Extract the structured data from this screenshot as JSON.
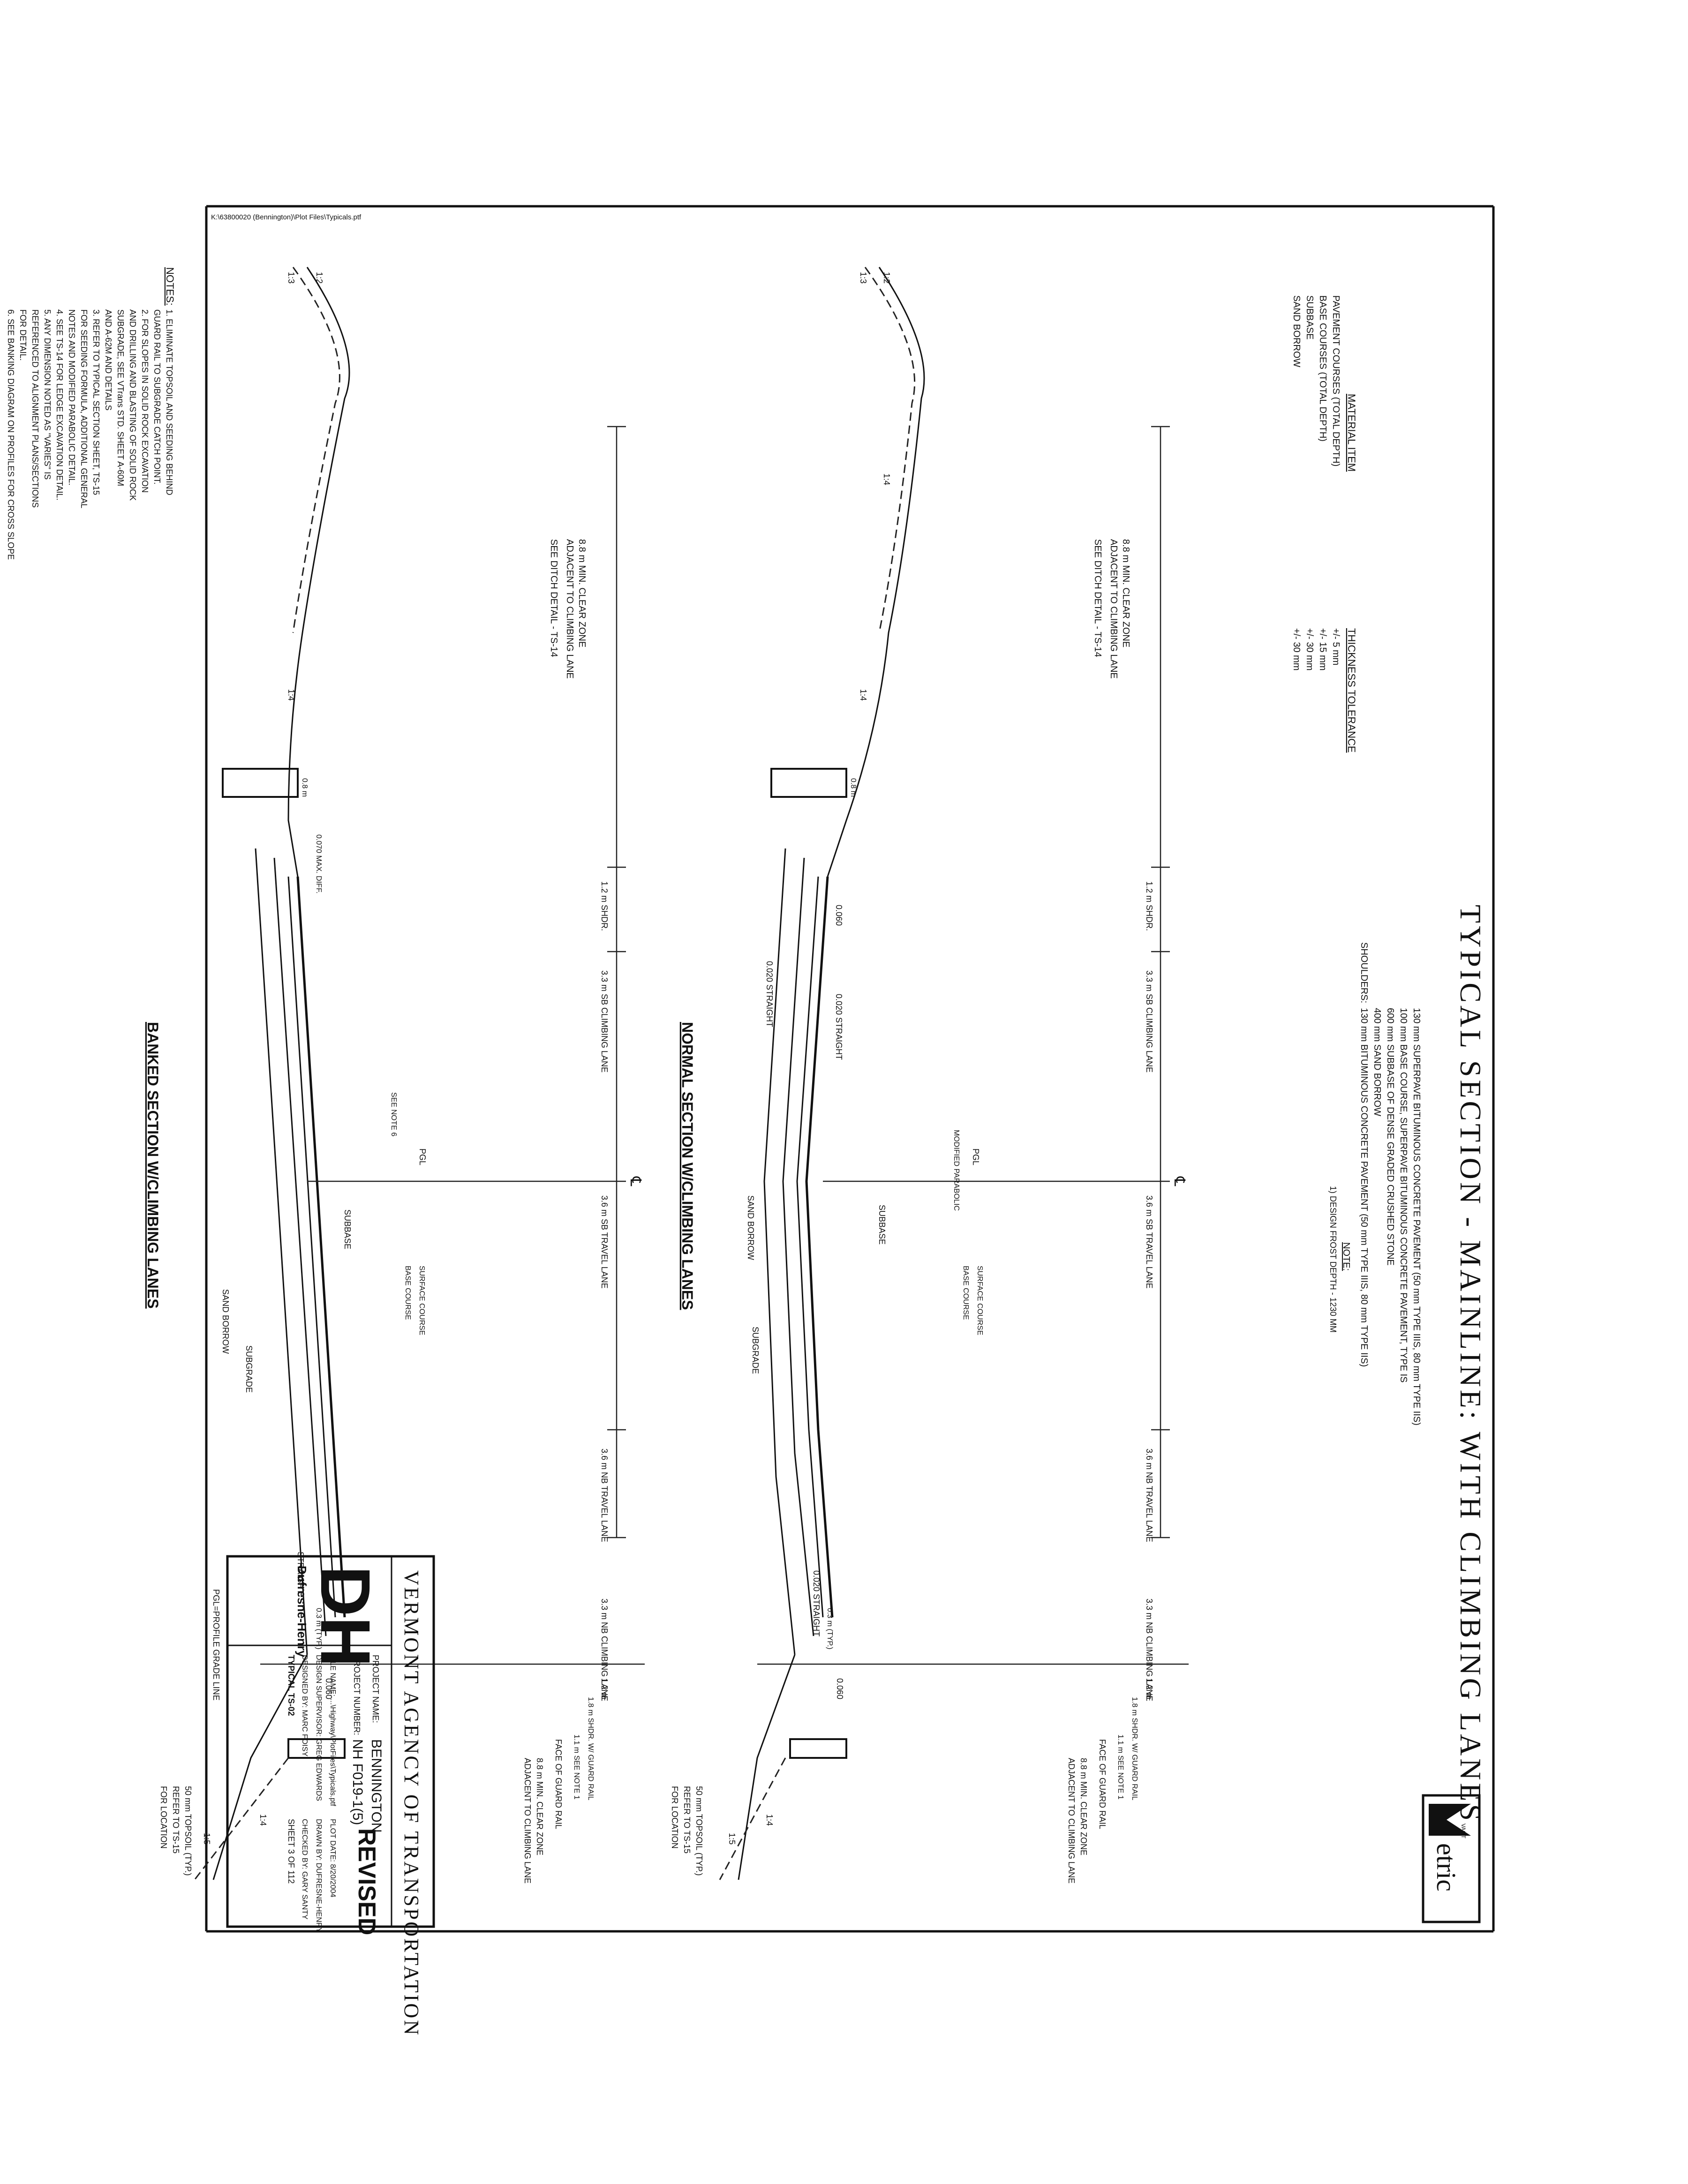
{
  "file_path": "K:\\63800020 (Bennington)\\Plot Files\\Typicals.ptf",
  "title": "TYPICAL SECTION - MAINLINE: WITH CLIMBING LANES",
  "logo": {
    "text": "etric",
    "agency": "VAOT"
  },
  "materials": {
    "header_item": "MATERIAL ITEM",
    "header_tol": "THICKNESS TOLERANCE",
    "rows": [
      {
        "item": "PAVEMENT COURSES (TOTAL DEPTH)",
        "tol": "+/-  5 mm"
      },
      {
        "item": "BASE COURSES   (TOTAL DEPTH)",
        "tol": "+/-  15 mm"
      },
      {
        "item": "SUBBASE",
        "tol": "+/-  30 mm"
      },
      {
        "item": "SAND BORROW",
        "tol": "+/-  30 mm"
      }
    ]
  },
  "pavement": [
    "130 mm   SUPERPAVE BITUMINOUS CONCRETE PAVEMENT (50 mm TYPE IIIS, 80 mm TYPE IIS)",
    "100 mm   BASE COURSE, SUPERPAVE BITUMINOUS CONCRETE PAVEMENT, TYPE IS",
    "600 mm   SUBBASE OF DENSE GRADED CRUSHED STONE",
    "400 mm   SAND BORROW",
    "130 mm   BITUMINOUS CONCRETE PAVEMENT (50 mm TYPE IIIS, 80 mm TYPE IIS)"
  ],
  "shoulders_label": "SHOULDERS:",
  "note_header": "NOTE:",
  "note_text": "1) DESIGN FROST DEPTH - 1230 MM",
  "notes_header": "NOTES:",
  "notes": [
    "1. ELIMINATE TOPSOIL AND SEEDING BEHIND",
    "   GUARD RAIL TO SUBGRADE CATCH POINT.",
    "2. FOR SLOPES IN SOLID ROCK EXCAVATION",
    "   AND DRILLING AND BLASTING OF SOLID ROCK",
    "   SUBGRADE, SEE VTrans STD. SHEET A-60M",
    "   AND A-62M AND DETAILS",
    "3. REFER TO TYPICAL SECTION SHEET, TS-15",
    "   FOR SEEDING FORMULA, ADDITIONAL GENERAL",
    "   NOTES AND MODIFIED PARABOLIC DETAIL.",
    "4. SEE TS-14 FOR LEDGE EXCAVATION DETAIL.",
    "5. ANY DIMENSION NOTED AS \"VARIES\" IS",
    "   REFERENCED TO ALIGNMENT PLANS/SECTIONS",
    "   FOR DETAIL.",
    "6. SEE BANKING DIAGRAM ON PROFILES FOR CROSS SLOPE"
  ],
  "sections": {
    "normal_title": "NORMAL SECTION W/CLIMBING LANES",
    "banked_title": "BANKED SECTION W/CLIMBING LANES"
  },
  "labels": {
    "clear_zone_left": "8.8 m MIN. CLEAR ZONE",
    "clear_zone_left2": "ADJACENT TO CLIMBING LANE",
    "clear_zone_right": "8.8 m MIN. CLEAR ZONE",
    "clear_zone_right2": "ADJACENT TO CLIMBING LANE",
    "face_guard_rail": "FACE OF GUARD RAIL",
    "ditch_detail": "SEE DITCH DETAIL - TS-14",
    "shdr_left": "1.2 m SHDR.",
    "sb_climb": "3.3 m SB CLIMBING LANE",
    "sb_travel": "3.6 m SB TRAVEL LANE",
    "nb_travel": "3.6 m NB TRAVEL LANE",
    "nb_climb": "3.3 m NB CLIMBING LANE",
    "shdr_right": "1.2 m",
    "shdr_gr": "1.8 m SHDR. W/ GUARD RAIL",
    "see_note1": "1.1 m SEE NOTE 1",
    "dim_08": "0.8 m",
    "slope_060": "0.060",
    "slope_020s": "0.020 STRAIGHT",
    "slope_020": "0.020 STRAIGHT",
    "typ03": "0.3 m (TYP.)",
    "pgl": "PGL",
    "cl": "℄",
    "mod_parabolic": "MODIFIED PARABOLIC",
    "surface": "SURFACE COURSE",
    "base": "BASE COURSE",
    "subbase": "SUBBASE",
    "sand_borrow": "SAND BORROW",
    "subgrade": "SUBGRADE",
    "topsoil": "50 mm TOPSOIL (TYP.)",
    "topsoil2": "REFER TO TS-15",
    "topsoil3": "FOR LOCATION",
    "max_diff": "0.070 MAX. DIFF.",
    "see_note6": "SEE NOTE 6",
    "straight": "STRAIGHT",
    "s12": "1:2",
    "s13": "1:3",
    "s14": "1:4",
    "s15": "1:5",
    "pgl_def": "PGL=PROFILE GRADE LINE"
  },
  "title_block": {
    "agency": "VERMONT AGENCY OF TRANSPORTATION",
    "project_name_label": "PROJECT NAME:",
    "project_name": "BENNINGTON",
    "project_number_label": "PROJECT NUMBER:",
    "project_number": "NH F019-1(5)",
    "status": "REVISED",
    "file_name": "FILE NAME: ...\\Highway\\PlotFiles\\Typicals.ptf",
    "plot_date": "PLOT DATE: 8/20/2004",
    "design_supervisor": "DESIGN SUPERVISOR: GREG EDWARDS",
    "drawn_by": "DRAWN BY: DUFRESNE-HENRY",
    "designed_by": "DESIGNED BY: MARC FOISY",
    "checked_by": "CHECKED BY: GARY SANTY",
    "sheet_name": "TYPICAL TS-02",
    "sheet": "SHEET 3 OF 112",
    "firm_mark": "DH",
    "firm_name": "Dufresne-Henry"
  }
}
